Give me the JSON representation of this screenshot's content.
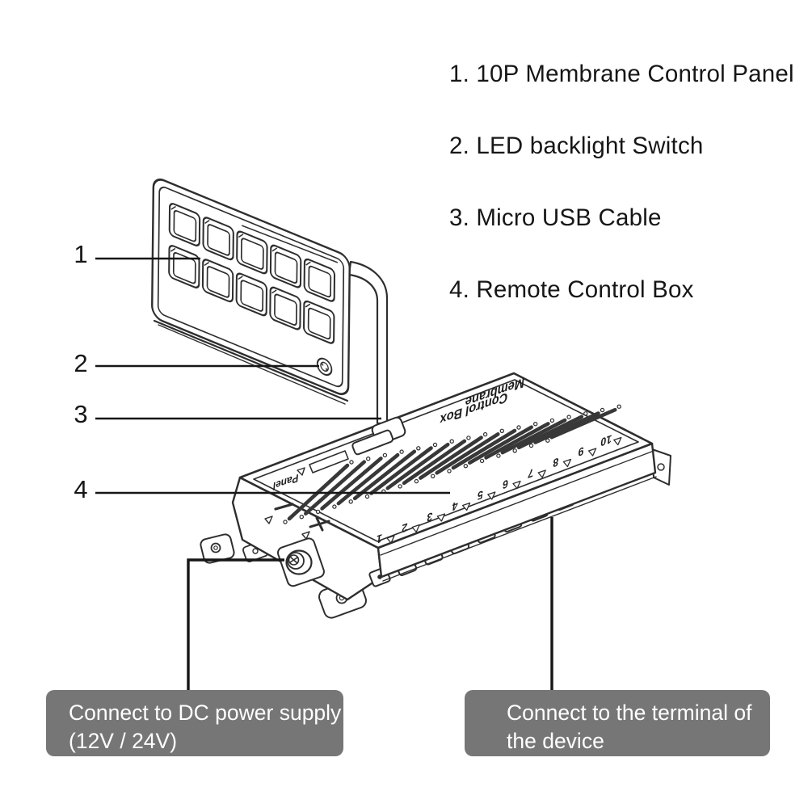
{
  "legend": {
    "items": [
      "1. 10P Membrane Control Panel",
      "2. LED backlight Switch",
      "3. Micro USB Cable",
      "4. Remote Control Box"
    ]
  },
  "callout_markers": [
    "1",
    "2",
    "3",
    "4"
  ],
  "notes": {
    "power": {
      "line1": "Connect to DC power supply",
      "line2": "(12V / 24V)"
    },
    "terminal": {
      "line1": "Connect to the terminal of",
      "line2": "the device"
    }
  },
  "device": {
    "panel": {
      "buttons": {
        "rows": 2,
        "cols": 5
      }
    },
    "box": {
      "label_line1": "Membrane",
      "label_line2": "Control Box",
      "port_label": "Panel",
      "terminals": [
        "1",
        "2",
        "3",
        "4",
        "5",
        "6",
        "7",
        "8",
        "9",
        "10"
      ]
    }
  },
  "colors": {
    "line_art": "#2e2e2e",
    "note_bg": "#767676",
    "note_text": "#ffffff",
    "text": "#161616"
  }
}
